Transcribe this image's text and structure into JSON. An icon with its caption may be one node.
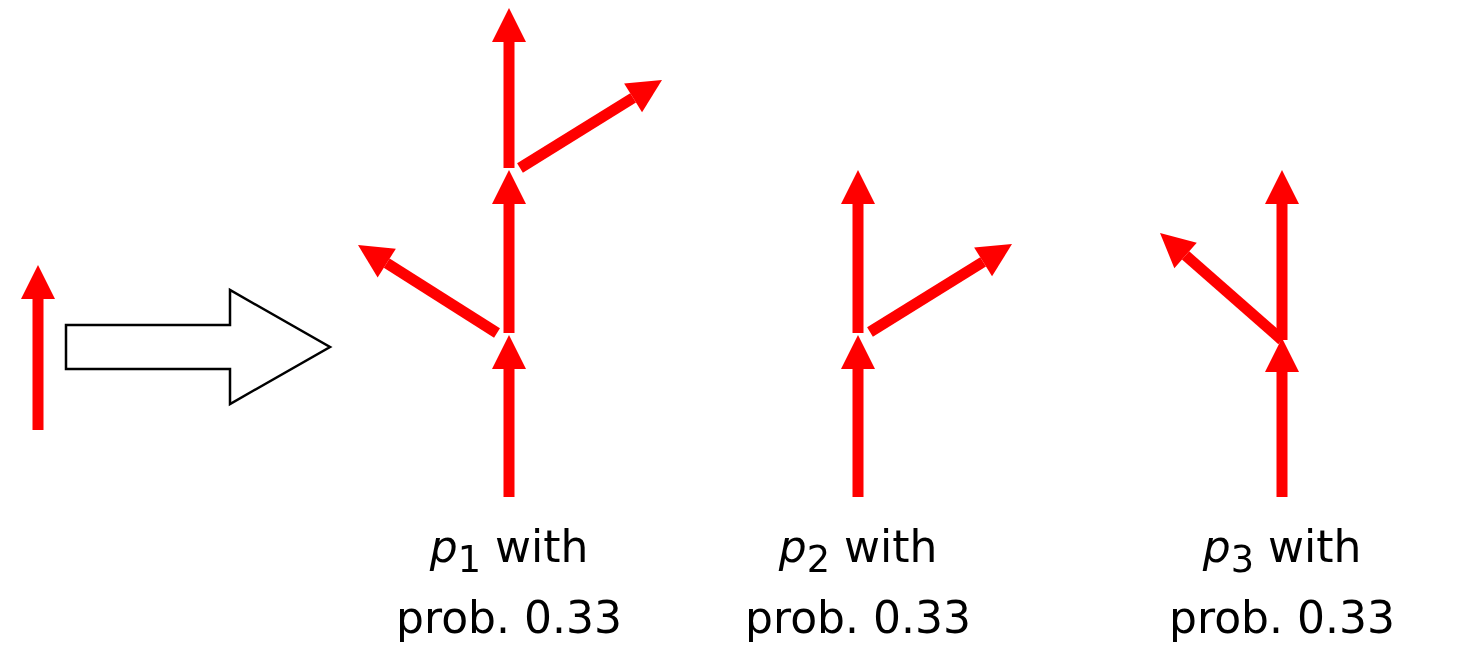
{
  "diagram": {
    "nodes": [
      {
        "text": [],
        "shape": "picture"
      },
      {
        "text": [],
        "shape": "picture",
        "beside": [
          "*p*$_{1}$ with prob. 0.33"
        ]
      },
      {
        "text": [],
        "shape": "picture",
        "beside": [
          "*p*$_{2}$ with prob. 0.33"
        ]
      },
      {
        "text": [],
        "shape": "picture",
        "beside": [
          "*p*$_{3}$ with prob. 0.33"
        ]
      }
    ],
    "edges": [
      {
        "from": 0,
        "to": 1,
        "arrow": "to"
      }
    ]
  }
}
